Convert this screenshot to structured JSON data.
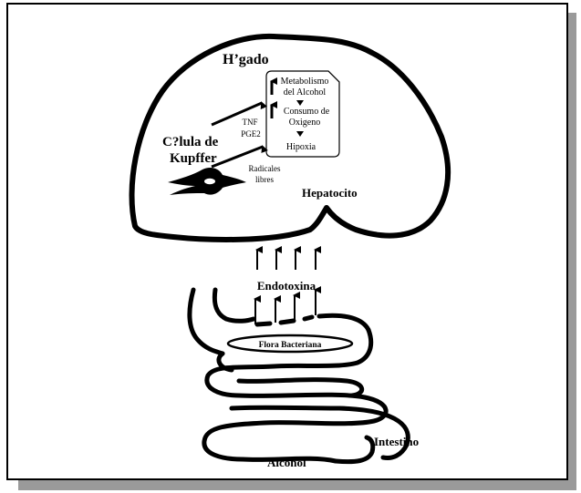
{
  "labels": {
    "liver": "H’gado",
    "kupffer_line1": "C?lula de",
    "kupffer_line2": "Kupffer",
    "metab_line1": "Metabolismo",
    "metab_line2": "del Alcohol",
    "oxygen_line1": "Consumo de",
    "oxygen_line2": "Oxigeno",
    "hypoxia": "Hipoxia",
    "tnf": "TNF",
    "pge2": "PGE2",
    "radicals_line1": "Radicales",
    "radicals_line2": "libres",
    "hepatocyte": "Hepatocito",
    "endotoxin": "Endotoxina",
    "flora": "Flora Bacteriana",
    "intestine": "Intestino",
    "alcohol": "Alcohol"
  },
  "colors": {
    "ink": "#000000",
    "background": "#ffffff",
    "shadow": "#9a9a9a"
  }
}
